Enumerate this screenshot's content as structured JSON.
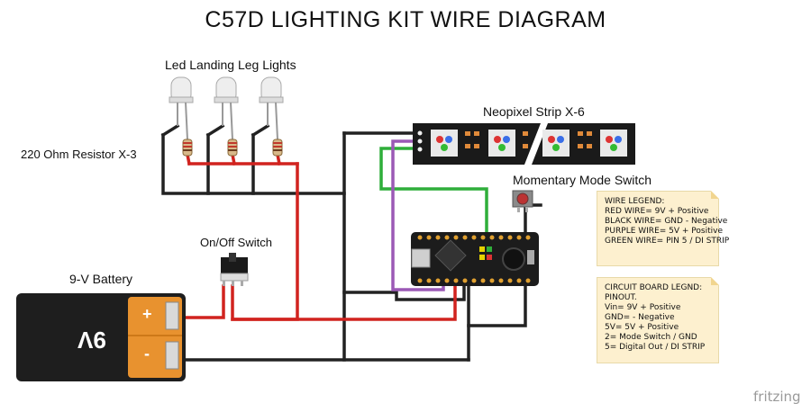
{
  "title": "C57D LIGHTING KIT WIRE DIAGRAM",
  "labels": {
    "leds": "Led Landing Leg Lights",
    "resistor": "220 Ohm Resistor X-3",
    "neopixel": "Neopixel Strip X-6",
    "mode_switch": "Momentary Mode Switch",
    "onoff_switch": "On/Off Switch",
    "battery": "9-V Battery"
  },
  "battery_marks": {
    "face": "9V",
    "plus": "+",
    "minus": "-"
  },
  "wire_legend": {
    "lines": [
      "WIRE LEGEND:",
      "RED WIRE= 9V + Positive",
      "BLACK WIRE= GND - Negative",
      "PURPLE WIRE= 5V + Positive",
      "GREEN WIRE= PIN 5 / DI STRIP"
    ]
  },
  "board_legend": {
    "lines": [
      "CIRCUIT BOARD LEGND:",
      "PINOUT.",
      "Vin= 9V + Positive",
      "GND= - Negative",
      "5V= 5V + Positive",
      "2= Mode Switch / GND",
      "5= Digital Out / DI STRIP"
    ]
  },
  "watermark": "fritzing",
  "colors": {
    "red_wire": "#d1231f",
    "black_wire": "#222222",
    "purple_wire": "#9b59b6",
    "green_wire": "#2fae3a",
    "note_bg": "#fdf0cf",
    "battery_orange": "#e8922f"
  }
}
